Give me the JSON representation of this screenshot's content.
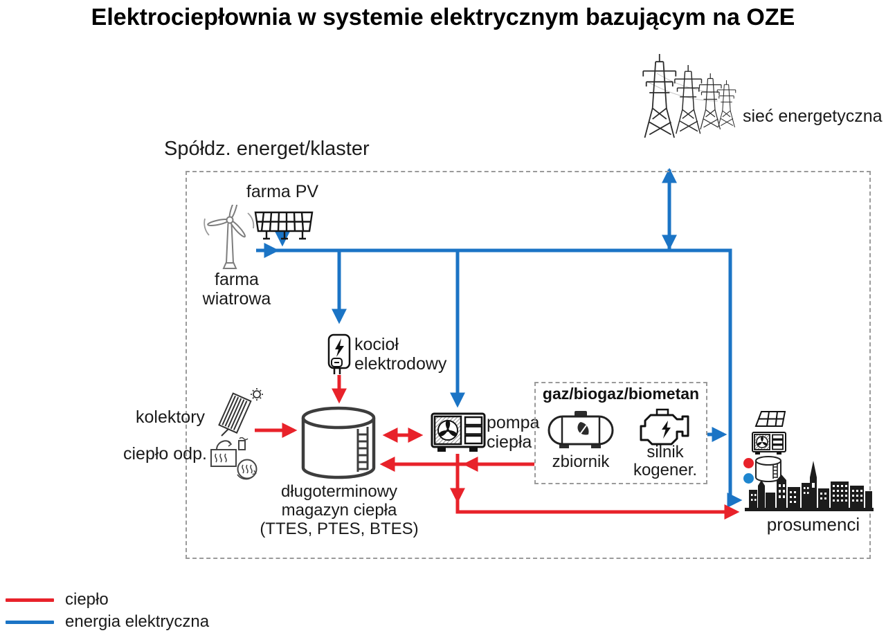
{
  "title": "Elektrociepłownia w systemie elektrycznym bazującym na OZE",
  "colors": {
    "heat_red": "#e8222a",
    "electric_blue": "#1b74c5"
  },
  "grid": {
    "label": "sieć energetyczna",
    "icon": "transmission-towers-icon"
  },
  "cluster": {
    "label": "Spółdz. energet/klaster"
  },
  "pv_farm": {
    "label": "farma PV",
    "icon": "solar-panel-icon"
  },
  "wind_farm": {
    "label": "farma\nwiatrowa",
    "icon": "wind-turbine-icon"
  },
  "electrode_boiler": {
    "label": "kocioł\nelektrodowy",
    "icon": "electrode-boiler-icon"
  },
  "collectors": {
    "label": "kolektory",
    "icon": "solar-collector-icon"
  },
  "waste_heat": {
    "label": "ciepło odp.",
    "icon": "factory-waste-heat-icon"
  },
  "heat_storage": {
    "label": "długoterminowy\nmagazyn ciepła\n(TTES, PTES, BTES)",
    "icon": "storage-cylinder-icon"
  },
  "heat_pump": {
    "label": "pompa\nciepła",
    "icon": "heat-pump-icon"
  },
  "gas_unit": {
    "title": "gaz/biogaz/biometan",
    "tank_label": "zbiornik",
    "tank_icon": "gas-tank-icon",
    "engine_label": "silnik\nkogener.",
    "engine_icon": "cogeneration-engine-icon"
  },
  "prosumers": {
    "label": "prosumenci",
    "icons": [
      "pv-panel-icon",
      "heat-pump-icon",
      "heat-dot",
      "electric-dot",
      "storage-icon",
      "city-skyline-icon"
    ]
  },
  "legend": {
    "heat": {
      "label": "ciepło",
      "color": "#e8222a"
    },
    "electricity": {
      "label": "energia elektryczna",
      "color": "#1b74c5"
    }
  }
}
